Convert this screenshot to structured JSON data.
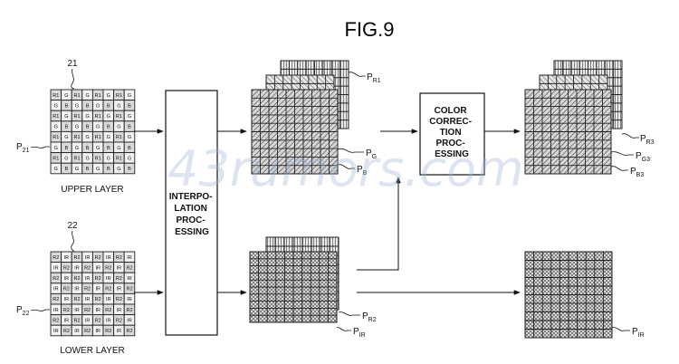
{
  "figure": {
    "title": "FIG.9",
    "watermark": "43rumors.com"
  },
  "upper": {
    "ref": "21",
    "pixel_label": "P",
    "pixel_sub": "21",
    "layer_label": "UPPER LAYER",
    "filter_rows": [
      [
        "R1",
        "G",
        "R1",
        "G",
        "R1",
        "G",
        "R1",
        "G"
      ],
      [
        "G",
        "B",
        "G",
        "B",
        "G",
        "B",
        "G",
        "B"
      ],
      [
        "R1",
        "G",
        "R1",
        "G",
        "R1",
        "G",
        "R1",
        "G"
      ],
      [
        "G",
        "B",
        "G",
        "B",
        "G",
        "B",
        "G",
        "B"
      ],
      [
        "R1",
        "G",
        "R1",
        "G",
        "R1",
        "G",
        "R1",
        "G"
      ],
      [
        "G",
        "B",
        "G",
        "B",
        "G",
        "B",
        "G",
        "B"
      ],
      [
        "R1",
        "G",
        "R1",
        "G",
        "R1",
        "G",
        "R1",
        "G"
      ],
      [
        "G",
        "B",
        "G",
        "B",
        "G",
        "B",
        "G",
        "B"
      ]
    ]
  },
  "lower": {
    "ref": "22",
    "pixel_label": "P",
    "pixel_sub": "22",
    "layer_label": "LOWER LAYER",
    "filter_rows": [
      [
        "R2",
        "IR",
        "R2",
        "IR",
        "R2",
        "IR",
        "R2",
        "IR"
      ],
      [
        "IR",
        "R2",
        "IR",
        "R2",
        "IR",
        "R2",
        "IR",
        "R2"
      ],
      [
        "R2",
        "IR",
        "R2",
        "IR",
        "R2",
        "IR",
        "R2",
        "IR"
      ],
      [
        "IR",
        "R2",
        "IR",
        "R2",
        "IR",
        "R2",
        "IR",
        "R2"
      ],
      [
        "R2",
        "IR",
        "R2",
        "IR",
        "R2",
        "IR",
        "R2",
        "IR"
      ],
      [
        "IR",
        "R2",
        "IR",
        "R2",
        "IR",
        "R2",
        "IR",
        "R2"
      ],
      [
        "R2",
        "IR",
        "R2",
        "IR",
        "R2",
        "IR",
        "R2",
        "IR"
      ],
      [
        "IR",
        "R2",
        "IR",
        "R2",
        "IR",
        "R2",
        "IR",
        "R2"
      ]
    ]
  },
  "interpolation": {
    "lines": [
      "INTERPO-",
      "LATION",
      "PROC-",
      "ESSING"
    ]
  },
  "color_correction": {
    "lines": [
      "COLOR",
      "CORREC-",
      "TION",
      "PROC-",
      "ESSING"
    ]
  },
  "planes": {
    "upper": [
      {
        "label": "P",
        "sub": "R1"
      },
      {
        "label": "P",
        "sub": "G"
      },
      {
        "label": "P",
        "sub": "B"
      }
    ],
    "lower": [
      {
        "label": "P",
        "sub": "R2"
      },
      {
        "label": "P",
        "sub": "IR"
      }
    ],
    "corrected": [
      {
        "label": "P",
        "sub": "R3"
      },
      {
        "label": "P",
        "sub": "G3"
      },
      {
        "label": "P",
        "sub": "B3"
      }
    ],
    "ir_output": {
      "label": "P",
      "sub": "IR"
    }
  }
}
